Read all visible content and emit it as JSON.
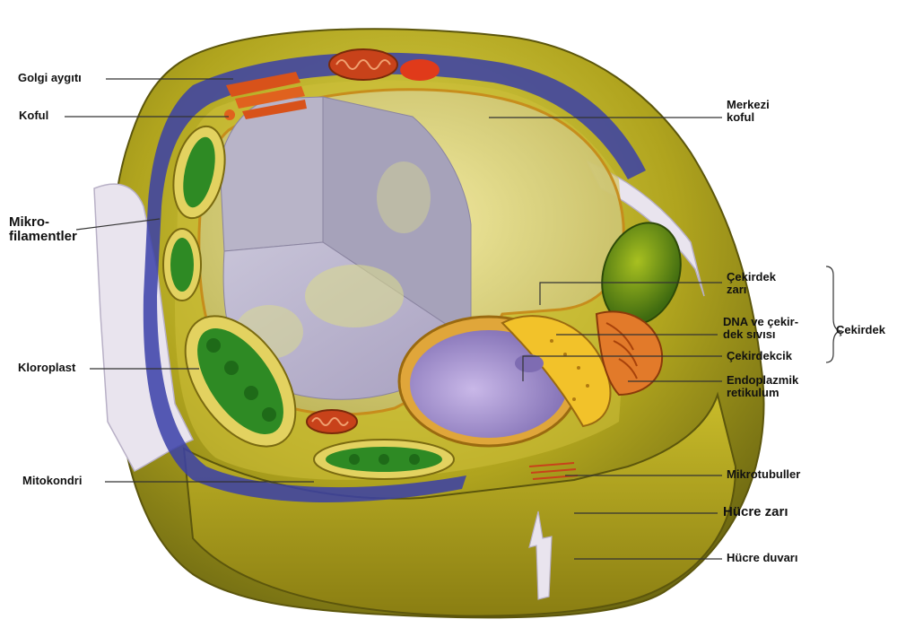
{
  "labels": {
    "golgi": "Golgi aygıtı",
    "koful": "Koful",
    "mikrofilament": "Mikro-\nfilamentler",
    "kloroplast": "Kloroplast",
    "mitokondri": "Mitokondri",
    "merkezi_koful": "Merkezi\nkoful",
    "cekirdek_zari": "Çekirdek\nzarı",
    "dna": "DNA ve çekir-\ndek sıvısı",
    "cekirdekcik": "Çekirdekcik",
    "er": "Endoplazmik\nretikulum",
    "mikrotubul": "Mikrotubuller",
    "hucre_zari": "Hücre zarı",
    "hucre_duvari": "Hücre duvarı",
    "cekirdek": "Çekirdek"
  },
  "colors": {
    "wall": "#b8ac22",
    "wall_dark": "#6f6a10",
    "membrane": "#3a3fa8",
    "vacuole": "#d8d080",
    "chloroplast": "#2e8a24",
    "mitochondria": "#d8521a",
    "nucleus": "#9a88c8",
    "er": "#e27a2a",
    "label_line": "#333333"
  }
}
